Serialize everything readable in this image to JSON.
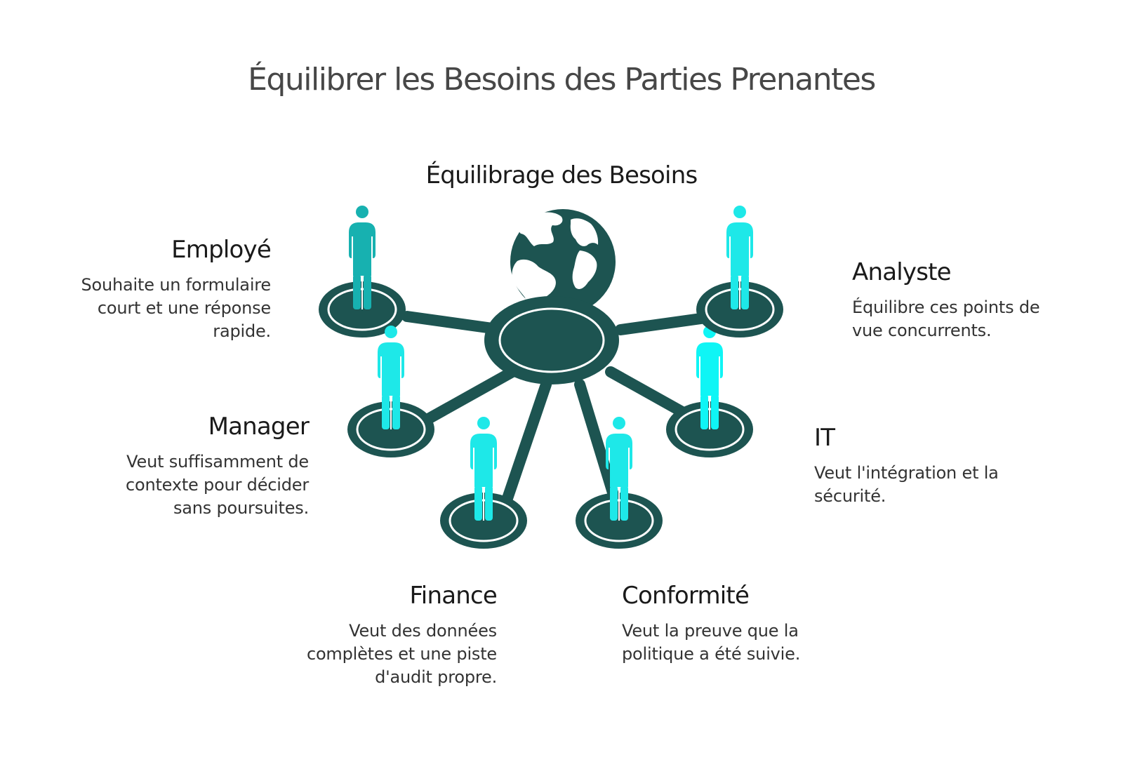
{
  "title": "Équilibrer les Besoins des Parties Prenantes",
  "hub": {
    "label": "Équilibrage des Besoins"
  },
  "colors": {
    "node": "#1d5451",
    "person_teal": "#17b1b0",
    "person_aqua": "#1ee8e8",
    "person_cyan": "#0ff5f5"
  },
  "stakeholders": [
    {
      "id": "employe",
      "title": "Employé",
      "desc": [
        "Souhaite un formulaire",
        "court et une réponse",
        "rapide."
      ],
      "icon": "person-icon"
    },
    {
      "id": "manager",
      "title": "Manager",
      "desc": [
        "Veut suffisamment de",
        "contexte pour décider",
        "sans poursuites."
      ],
      "icon": "person-icon"
    },
    {
      "id": "finance",
      "title": "Finance",
      "desc": [
        "Veut des données",
        "complètes et une piste",
        "d'audit propre."
      ],
      "icon": "person-icon"
    },
    {
      "id": "conformite",
      "title": "Conformité",
      "desc": [
        "Veut la preuve que la",
        "politique a été suivie."
      ],
      "icon": "person-icon"
    },
    {
      "id": "it",
      "title": "IT",
      "desc": [
        "Veut l'intégration et la",
        "sécurité."
      ],
      "icon": "person-icon"
    },
    {
      "id": "analyste",
      "title": "Analyste",
      "desc": [
        "Équilibre ces points de",
        "vue concurrents."
      ],
      "icon": "person-icon"
    }
  ]
}
